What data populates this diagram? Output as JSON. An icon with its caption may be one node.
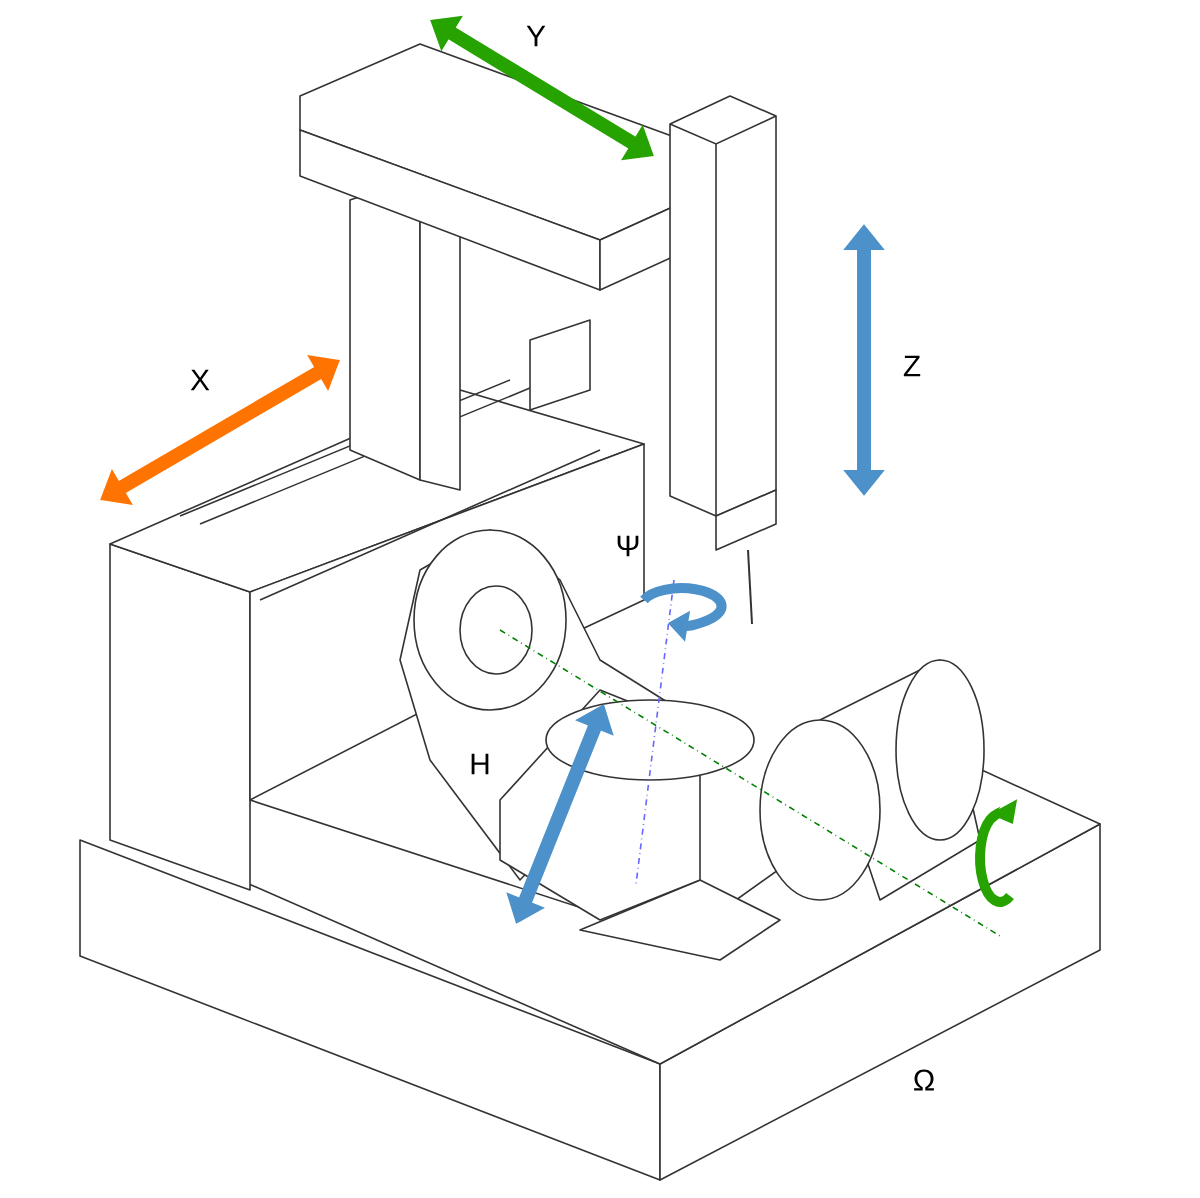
{
  "diagram": {
    "labels": [
      "Y",
      "X",
      "Z",
      "Ψ",
      "H",
      "Ω"
    ]
  }
}
